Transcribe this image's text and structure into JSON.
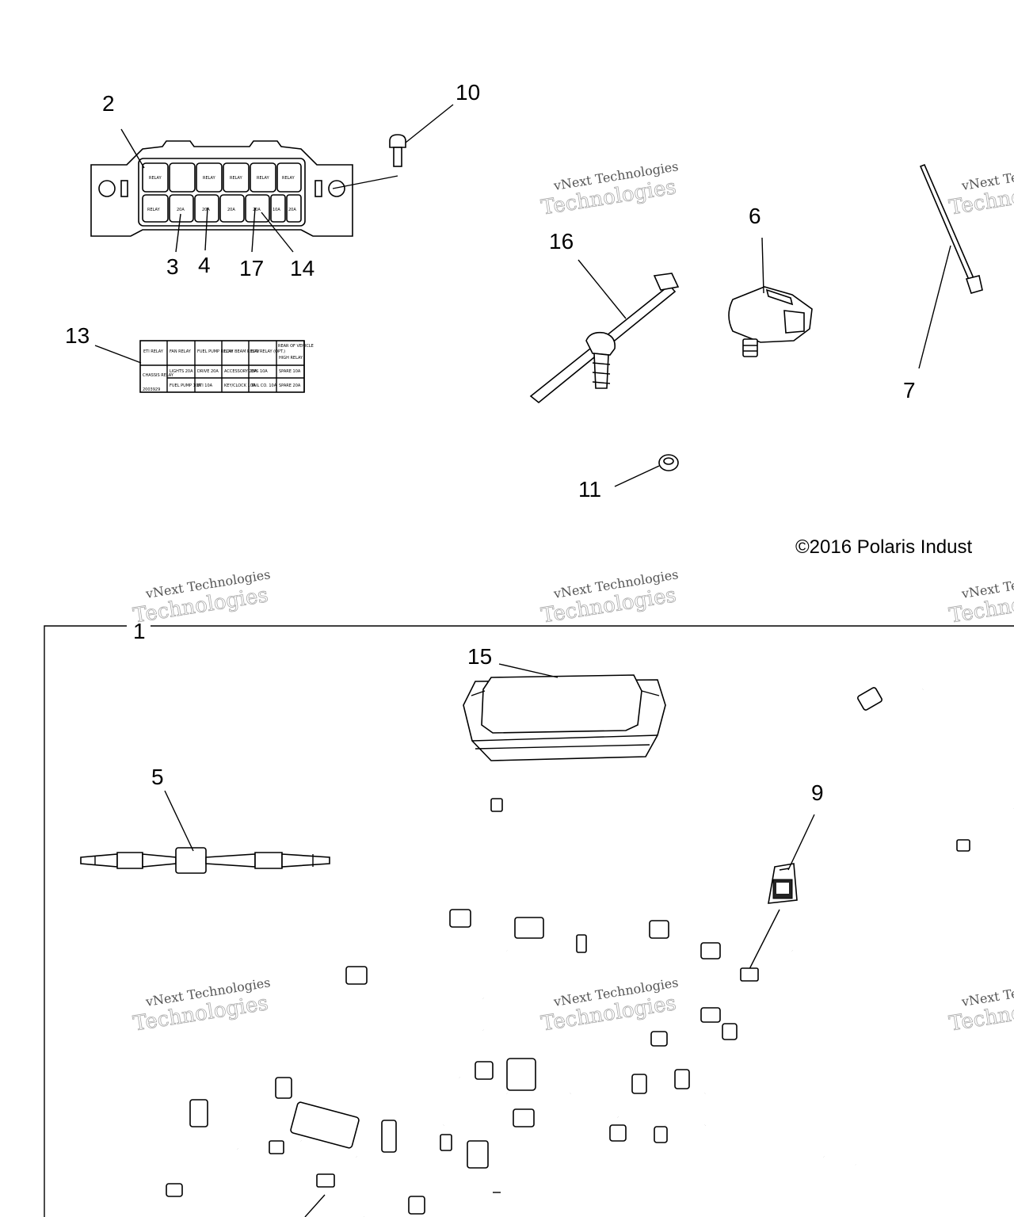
{
  "callouts": {
    "c1": "1",
    "c2": "2",
    "c3": "3",
    "c4": "4",
    "c5": "5",
    "c6": "6",
    "c7": "7",
    "c9": "9",
    "c10": "10",
    "c11": "11",
    "c13": "13",
    "c14": "14",
    "c15": "15",
    "c16": "16",
    "c17": "17"
  },
  "copyright": "©2016 Polaris Indust",
  "watermark": {
    "line1": "vNext Technologies",
    "line2": "Technologies",
    "logo": "vNext"
  },
  "relay_box_labels": {
    "top": [
      "RELAY",
      "RELAY",
      "RELAY",
      "RELAY",
      "RELAY"
    ],
    "bottom": [
      "RELAY",
      "20A",
      "20A",
      "20A",
      "20A",
      "10A",
      "20A"
    ]
  },
  "decal": {
    "row1": [
      "ETI RELAY",
      "FAN RELAY",
      "FUEL PUMP RELAY",
      "LOW BEAM RELAY",
      "EPS RELAY (OPT.)",
      "REAR OF VEHICLE",
      "HIGH RELAY"
    ],
    "row2": [
      "CHASSIS RELAY",
      "LIGHTS 20A",
      "DRIVE 20A",
      "ACCESSORY 20A",
      "EPS 10A",
      "SPARE 10A"
    ],
    "row3": [
      "FUEL PUMP 10A",
      "ETI 10A",
      "KEY/CLOCK 10A",
      "TAIL CO. 10A",
      "SPARE 20A"
    ],
    "part_number": "2003929"
  }
}
